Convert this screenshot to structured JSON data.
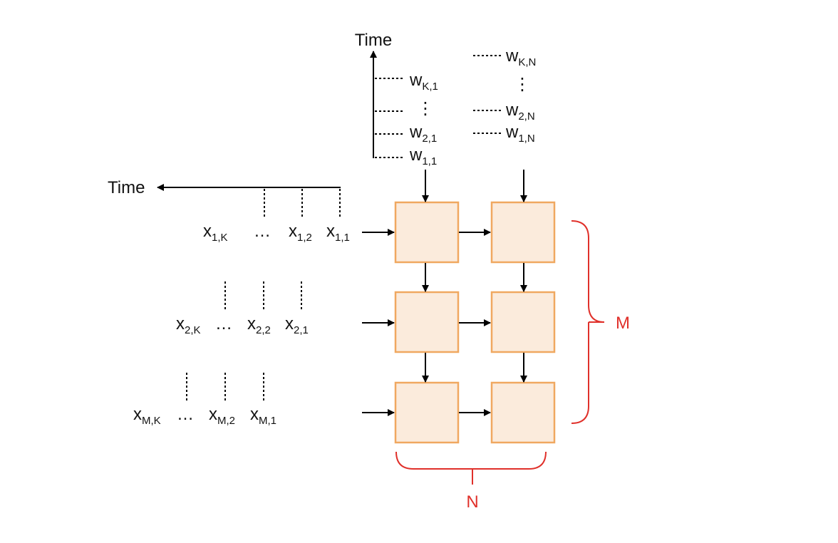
{
  "axes": {
    "time_left_label": "Time",
    "time_top_label": "Time"
  },
  "weights_col1": [
    {
      "base": "w",
      "sub": "K,1"
    },
    {
      "base": "⋮",
      "sub": ""
    },
    {
      "base": "w",
      "sub": "2,1"
    },
    {
      "base": "w",
      "sub": "1,1"
    }
  ],
  "weights_colN": [
    {
      "base": "w",
      "sub": "K,N"
    },
    {
      "base": "⋮",
      "sub": ""
    },
    {
      "base": "w",
      "sub": "2,N"
    },
    {
      "base": "w",
      "sub": "1,N"
    }
  ],
  "inputs_row1": [
    {
      "base": "x",
      "sub": "1,K"
    },
    {
      "base": "…",
      "sub": ""
    },
    {
      "base": "x",
      "sub": "1,2"
    },
    {
      "base": "x",
      "sub": "1,1"
    }
  ],
  "inputs_row2": [
    {
      "base": "x",
      "sub": "2,K"
    },
    {
      "base": "…",
      "sub": ""
    },
    {
      "base": "x",
      "sub": "2,2"
    },
    {
      "base": "x",
      "sub": "2,1"
    }
  ],
  "inputs_rowM": [
    {
      "base": "x",
      "sub": "M,K"
    },
    {
      "base": "…",
      "sub": ""
    },
    {
      "base": "x",
      "sub": "M,2"
    },
    {
      "base": "x",
      "sub": "M,1"
    }
  ],
  "brackets": {
    "rows_label": "M",
    "cols_label": "N"
  },
  "colors": {
    "cell_fill": "#fbebdc",
    "cell_stroke": "#f0a860",
    "accent": "#e0302a"
  }
}
